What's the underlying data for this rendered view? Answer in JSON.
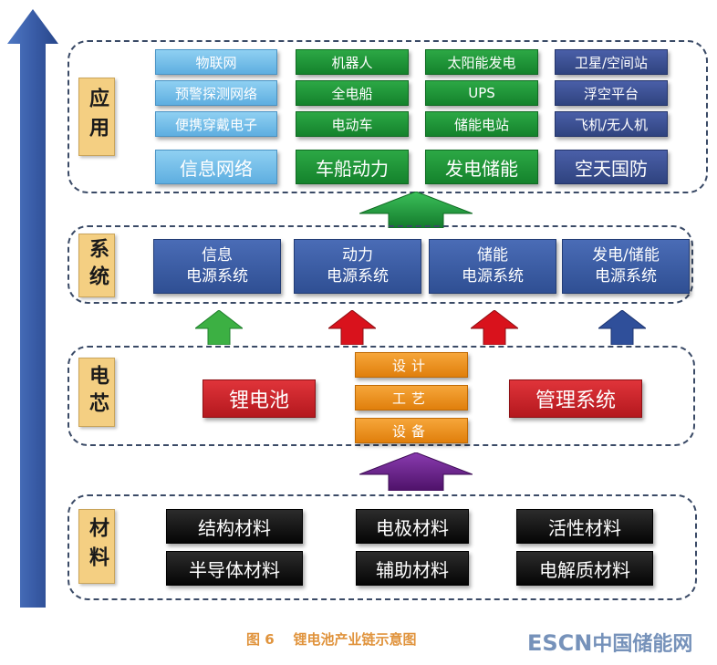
{
  "layers": {
    "application": {
      "label": "应用",
      "columns": [
        {
          "items": [
            "物联网",
            "预警探测网络",
            "便携穿戴电子"
          ],
          "header": "信息网络",
          "color": "#5eaee0"
        },
        {
          "items": [
            "机器人",
            "全电船",
            "电动车"
          ],
          "header": "车船动力",
          "color": "#14822c"
        },
        {
          "items": [
            "太阳能发电",
            "UPS",
            "储能电站"
          ],
          "header": "发电储能",
          "color": "#14822c"
        },
        {
          "items": [
            "卫星/空间站",
            "浮空平台",
            "飞机/无人机"
          ],
          "header": "空天国防",
          "color": "#2f437f"
        }
      ]
    },
    "system": {
      "label": "系统",
      "boxes": [
        [
          "信息",
          "电源系统"
        ],
        [
          "动力",
          "电源系统"
        ],
        [
          "储能",
          "电源系统"
        ],
        [
          "发电/储能",
          "电源系统"
        ]
      ],
      "arrow_colors": [
        "#3cb043",
        "#d9121c",
        "#d9121c",
        "#2f4f9a"
      ]
    },
    "cell": {
      "label": "电芯",
      "left_box": "锂电池",
      "right_box": "管理系统",
      "center_boxes": [
        "设计",
        "工艺",
        "设备"
      ]
    },
    "material": {
      "label": "材料",
      "boxes": [
        "结构材料",
        "电极材料",
        "活性材料",
        "半导体材料",
        "辅助材料",
        "电解质材料"
      ]
    }
  },
  "caption": "图 6    锂电池产业链示意图",
  "watermark": {
    "brand": "ESCN",
    "site": "中国储能网"
  },
  "colors": {
    "panel_border": "#3a4a66",
    "label_bg": "#f4cf82",
    "big_arrow": "#3a5da8",
    "purple_arrow": "#6b1f8c",
    "green_arrow": "#1f9a3a"
  }
}
